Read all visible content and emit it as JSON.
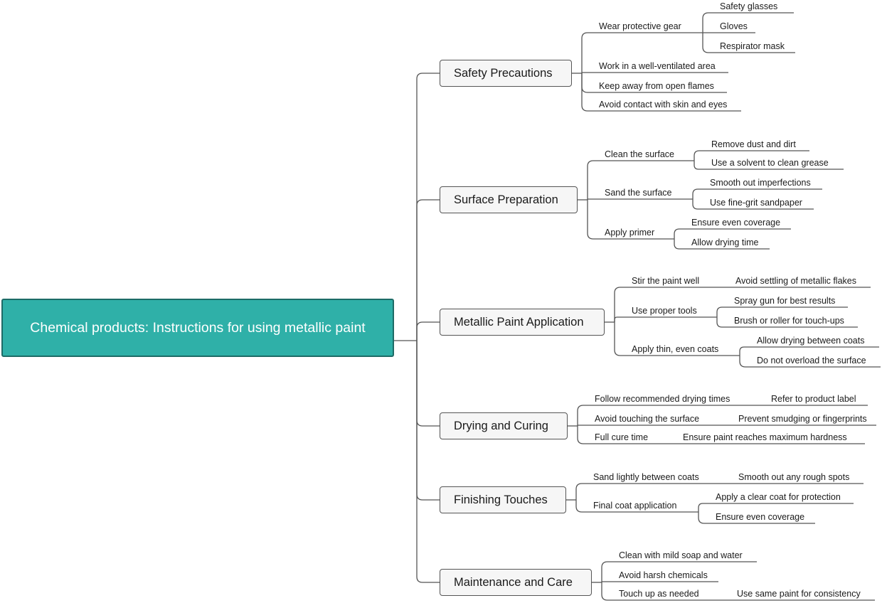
{
  "colors": {
    "root_fill": "#2fb0a8",
    "root_border": "#1d6b66",
    "line": "#555555",
    "node_fill": "#f6f6f6"
  },
  "root": {
    "label": "Chemical products: Instructions for using metallic paint"
  },
  "branches": [
    {
      "label": "Safety Precautions",
      "children": [
        {
          "label": "Wear protective gear",
          "children": [
            {
              "label": "Safety glasses"
            },
            {
              "label": "Gloves"
            },
            {
              "label": "Respirator mask"
            }
          ]
        },
        {
          "label": "Work in a well-ventilated area"
        },
        {
          "label": "Keep away from open flames"
        },
        {
          "label": "Avoid contact with skin and eyes"
        }
      ]
    },
    {
      "label": "Surface Preparation",
      "children": [
        {
          "label": "Clean the surface",
          "children": [
            {
              "label": "Remove dust and dirt"
            },
            {
              "label": "Use a solvent to clean grease"
            }
          ]
        },
        {
          "label": "Sand the surface",
          "children": [
            {
              "label": "Smooth out imperfections"
            },
            {
              "label": "Use fine-grit sandpaper"
            }
          ]
        },
        {
          "label": "Apply primer",
          "children": [
            {
              "label": "Ensure even coverage"
            },
            {
              "label": "Allow drying time"
            }
          ]
        }
      ]
    },
    {
      "label": "Metallic Paint Application",
      "children": [
        {
          "label": "Stir the paint well",
          "children": [
            {
              "label": "Avoid settling of metallic flakes"
            }
          ]
        },
        {
          "label": "Use proper tools",
          "children": [
            {
              "label": "Spray gun for best results"
            },
            {
              "label": "Brush or roller for touch-ups"
            }
          ]
        },
        {
          "label": "Apply thin, even coats",
          "children": [
            {
              "label": "Allow drying between coats"
            },
            {
              "label": "Do not overload the surface"
            }
          ]
        }
      ]
    },
    {
      "label": "Drying and Curing",
      "children": [
        {
          "label": "Follow recommended drying times",
          "children": [
            {
              "label": "Refer to product label"
            }
          ]
        },
        {
          "label": "Avoid touching the surface",
          "children": [
            {
              "label": "Prevent smudging or fingerprints"
            }
          ]
        },
        {
          "label": "Full cure time",
          "children": [
            {
              "label": "Ensure paint reaches maximum hardness"
            }
          ]
        }
      ]
    },
    {
      "label": "Finishing Touches",
      "children": [
        {
          "label": "Sand lightly between coats",
          "children": [
            {
              "label": "Smooth out any rough spots"
            }
          ]
        },
        {
          "label": "Final coat application",
          "children": [
            {
              "label": "Apply a clear coat for protection"
            },
            {
              "label": "Ensure even coverage"
            }
          ]
        }
      ]
    },
    {
      "label": "Maintenance and Care",
      "children": [
        {
          "label": "Clean with mild soap and water"
        },
        {
          "label": "Avoid harsh chemicals"
        },
        {
          "label": "Touch up as needed",
          "children": [
            {
              "label": "Use same paint for consistency"
            }
          ]
        }
      ]
    }
  ]
}
